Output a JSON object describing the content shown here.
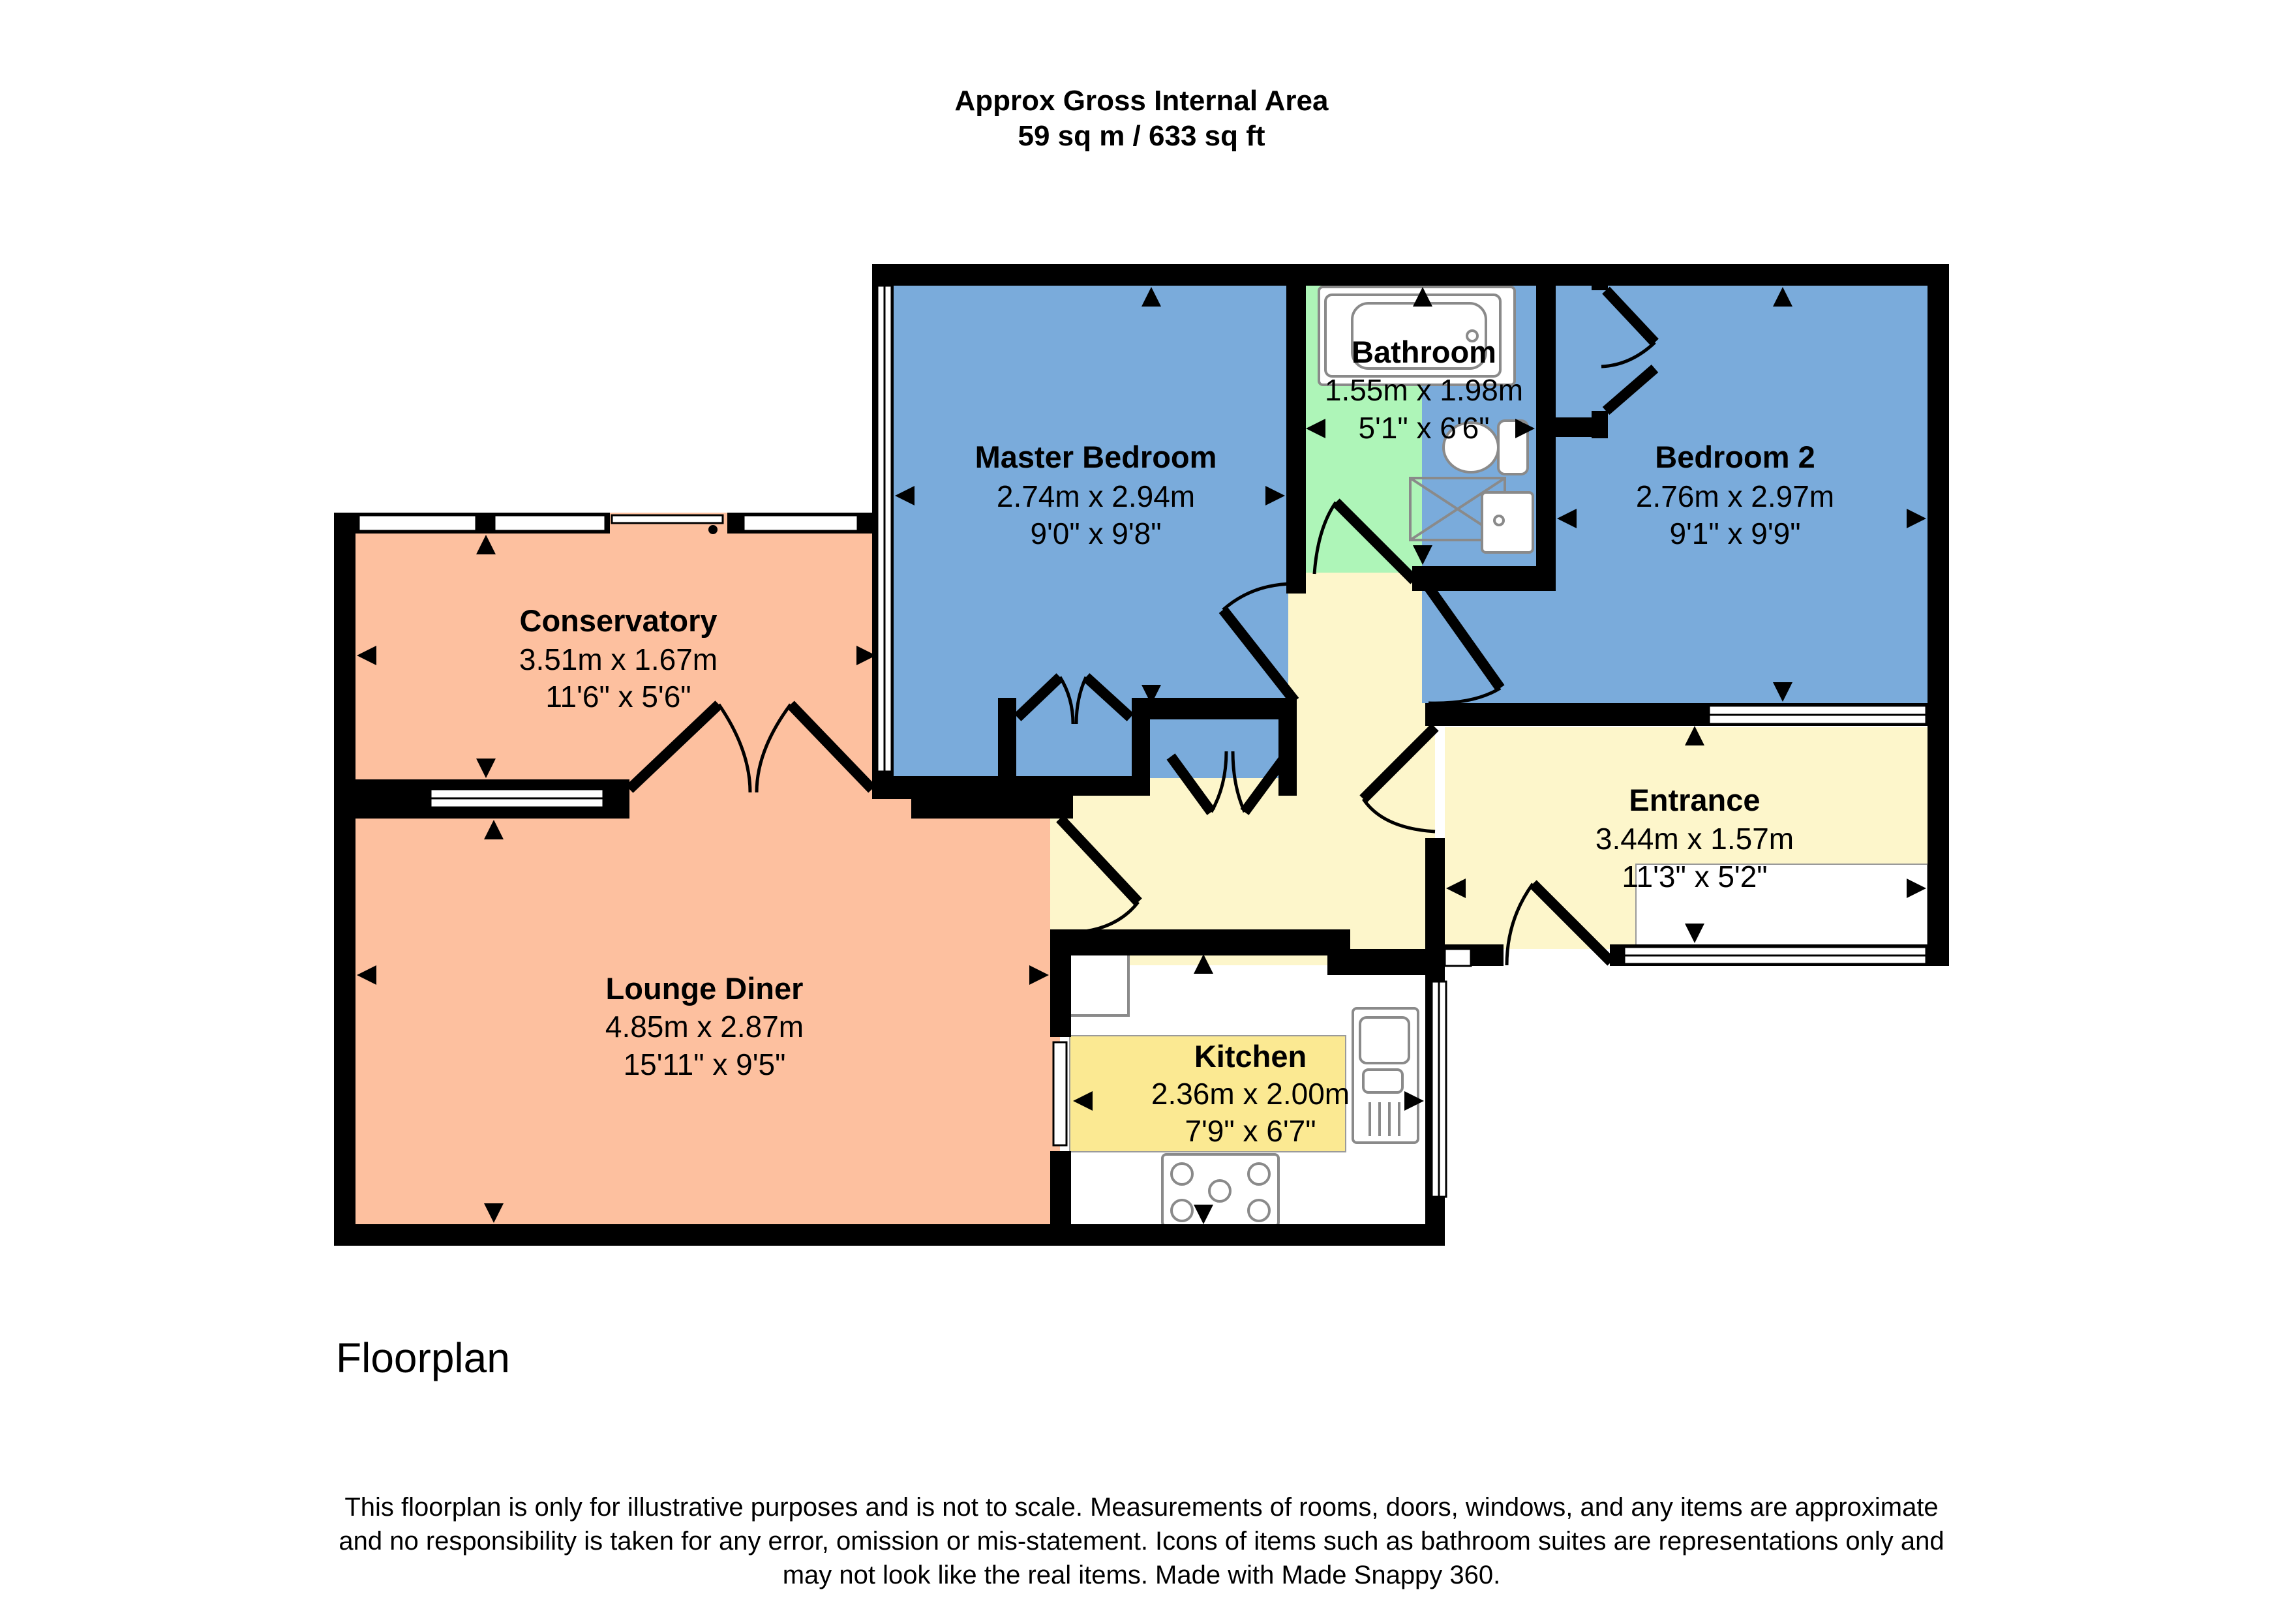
{
  "header": {
    "title": "Approx Gross Internal Area",
    "area": "59 sq m / 633 sq ft"
  },
  "plan_label": "Floorplan",
  "colors": {
    "reception": "#fdc09f",
    "bedroom": "#7aabdb",
    "bathroom": "#aef5b8",
    "hall": "#fdf6cb",
    "kitchen_worktop": "#fbe992",
    "wall": "#000000"
  },
  "rooms": {
    "conservatory": {
      "name": "Conservatory",
      "metric": "3.51m x 1.67m",
      "imperial": "11'6\" x 5'6\""
    },
    "master_bedroom": {
      "name": "Master Bedroom",
      "metric": "2.74m x 2.94m",
      "imperial": "9'0\" x 9'8\""
    },
    "bathroom": {
      "name": "Bathroom",
      "metric": "1.55m x 1.98m",
      "imperial": "5'1\" x 6'6\""
    },
    "bedroom_2": {
      "name": "Bedroom 2",
      "metric": "2.76m x 2.97m",
      "imperial": "9'1\" x 9'9\""
    },
    "entrance": {
      "name": "Entrance",
      "metric": "3.44m x 1.57m",
      "imperial": "11'3\" x 5'2\""
    },
    "lounge_diner": {
      "name": "Lounge Diner",
      "metric": "4.85m x 2.87m",
      "imperial": "15'11\" x 9'5\""
    },
    "kitchen": {
      "name": "Kitchen",
      "metric": "2.36m x 2.00m",
      "imperial": "7'9\" x 6'7\""
    }
  },
  "disclaimer": {
    "line1": "This floorplan is only for illustrative purposes and is not to scale. Measurements of rooms, doors, windows, and any items are approximate",
    "line2": "and no responsibility is taken for any error, omission or mis-statement. Icons of items such as bathroom suites are representations only and",
    "line3": "may not look like the real items. Made with Made Snappy 360."
  }
}
